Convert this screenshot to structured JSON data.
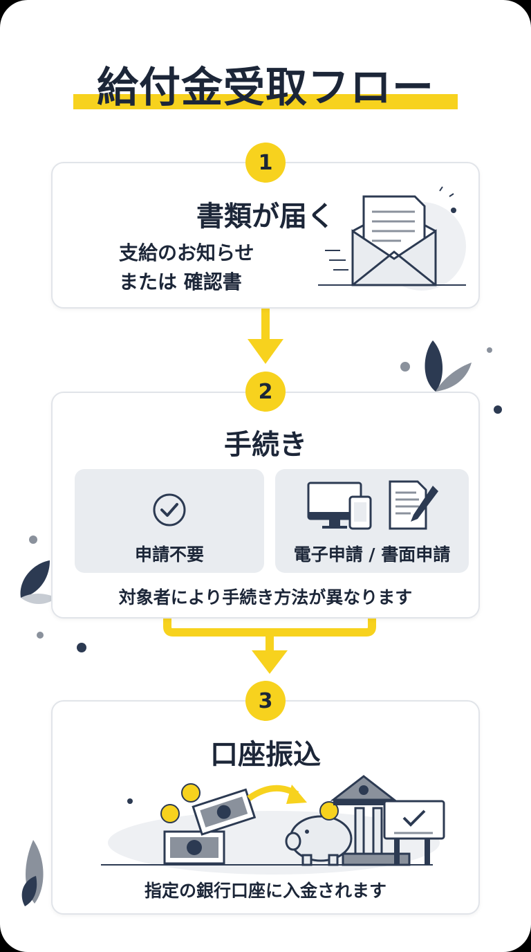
{
  "title": "給付金受取フロー",
  "steps": [
    {
      "number": "1",
      "title": "書類が届く",
      "lines": [
        "支給のお知らせ",
        "または 確認書"
      ]
    },
    {
      "number": "2",
      "title": "手続き",
      "options": [
        "申請不要",
        "電子申請 / 書面申請"
      ],
      "note": "対象者により手続き方法が異なります"
    },
    {
      "number": "3",
      "title": "口座振込",
      "note": "指定の銀行口座に入金されます"
    }
  ],
  "colors": {
    "accent": "#f7d21e",
    "ink": "#1c2638",
    "panel": "#e9ecf0",
    "muted": "#8a919c"
  },
  "icons": [
    "envelope-icon",
    "check-circle-icon",
    "devices-icon",
    "document-pen-icon",
    "cash-icon",
    "piggy-bank-icon",
    "bank-icon",
    "certificate-icon",
    "leaf-icon"
  ]
}
